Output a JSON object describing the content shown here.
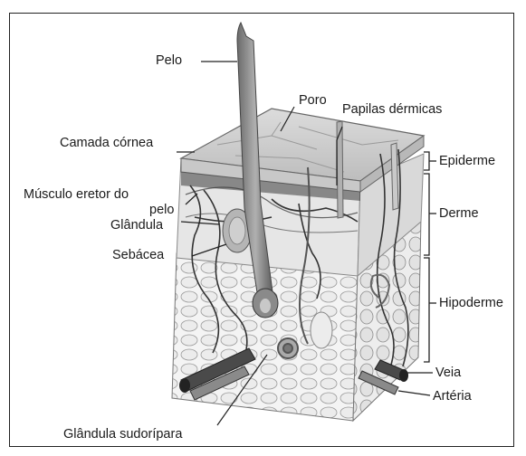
{
  "diagram": {
    "labels": {
      "pelo": "Pelo",
      "poro": "Poro",
      "papilas": "Papilas dérmicas",
      "camada": "Camada córnea",
      "musculo_line1": "Músculo eretor do",
      "musculo_line2": "pelo",
      "glandula": "Glândula",
      "sebacea": "Sebácea",
      "epiderme": "Epiderme",
      "derme": "Derme",
      "hipoderme": "Hipoderme",
      "veia": "Veia",
      "arteria": "Artéria",
      "sudoripara": "Glândula sudorípara"
    }
  }
}
